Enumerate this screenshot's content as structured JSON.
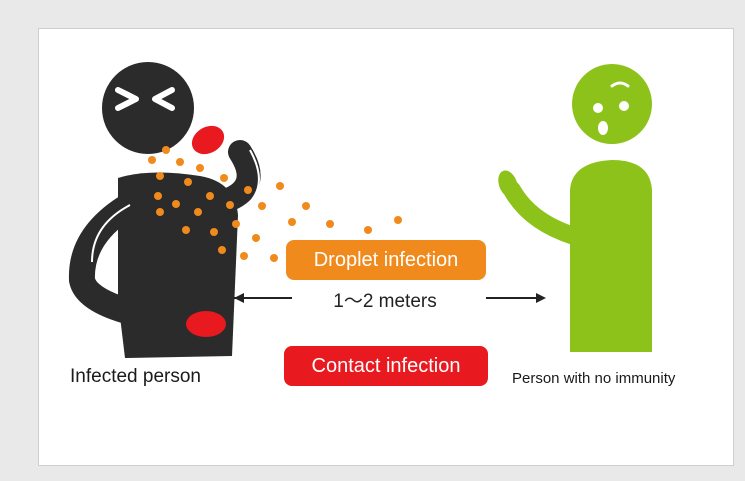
{
  "labels": {
    "droplet_infection": "Droplet infection",
    "contact_infection": "Contact infection",
    "distance": "1～2 meters",
    "infected_person": "Infected person",
    "person_no_immunity": "Person with no immunity"
  },
  "colors": {
    "infected_figure": "#2b2b2b",
    "healthy_figure": "#8cc21a",
    "droplets": "#f08a1c",
    "droplet_pill": "#f08a1c",
    "contact_pill": "#e8191f",
    "glove": "#e8191f",
    "arrow": "#222222"
  }
}
